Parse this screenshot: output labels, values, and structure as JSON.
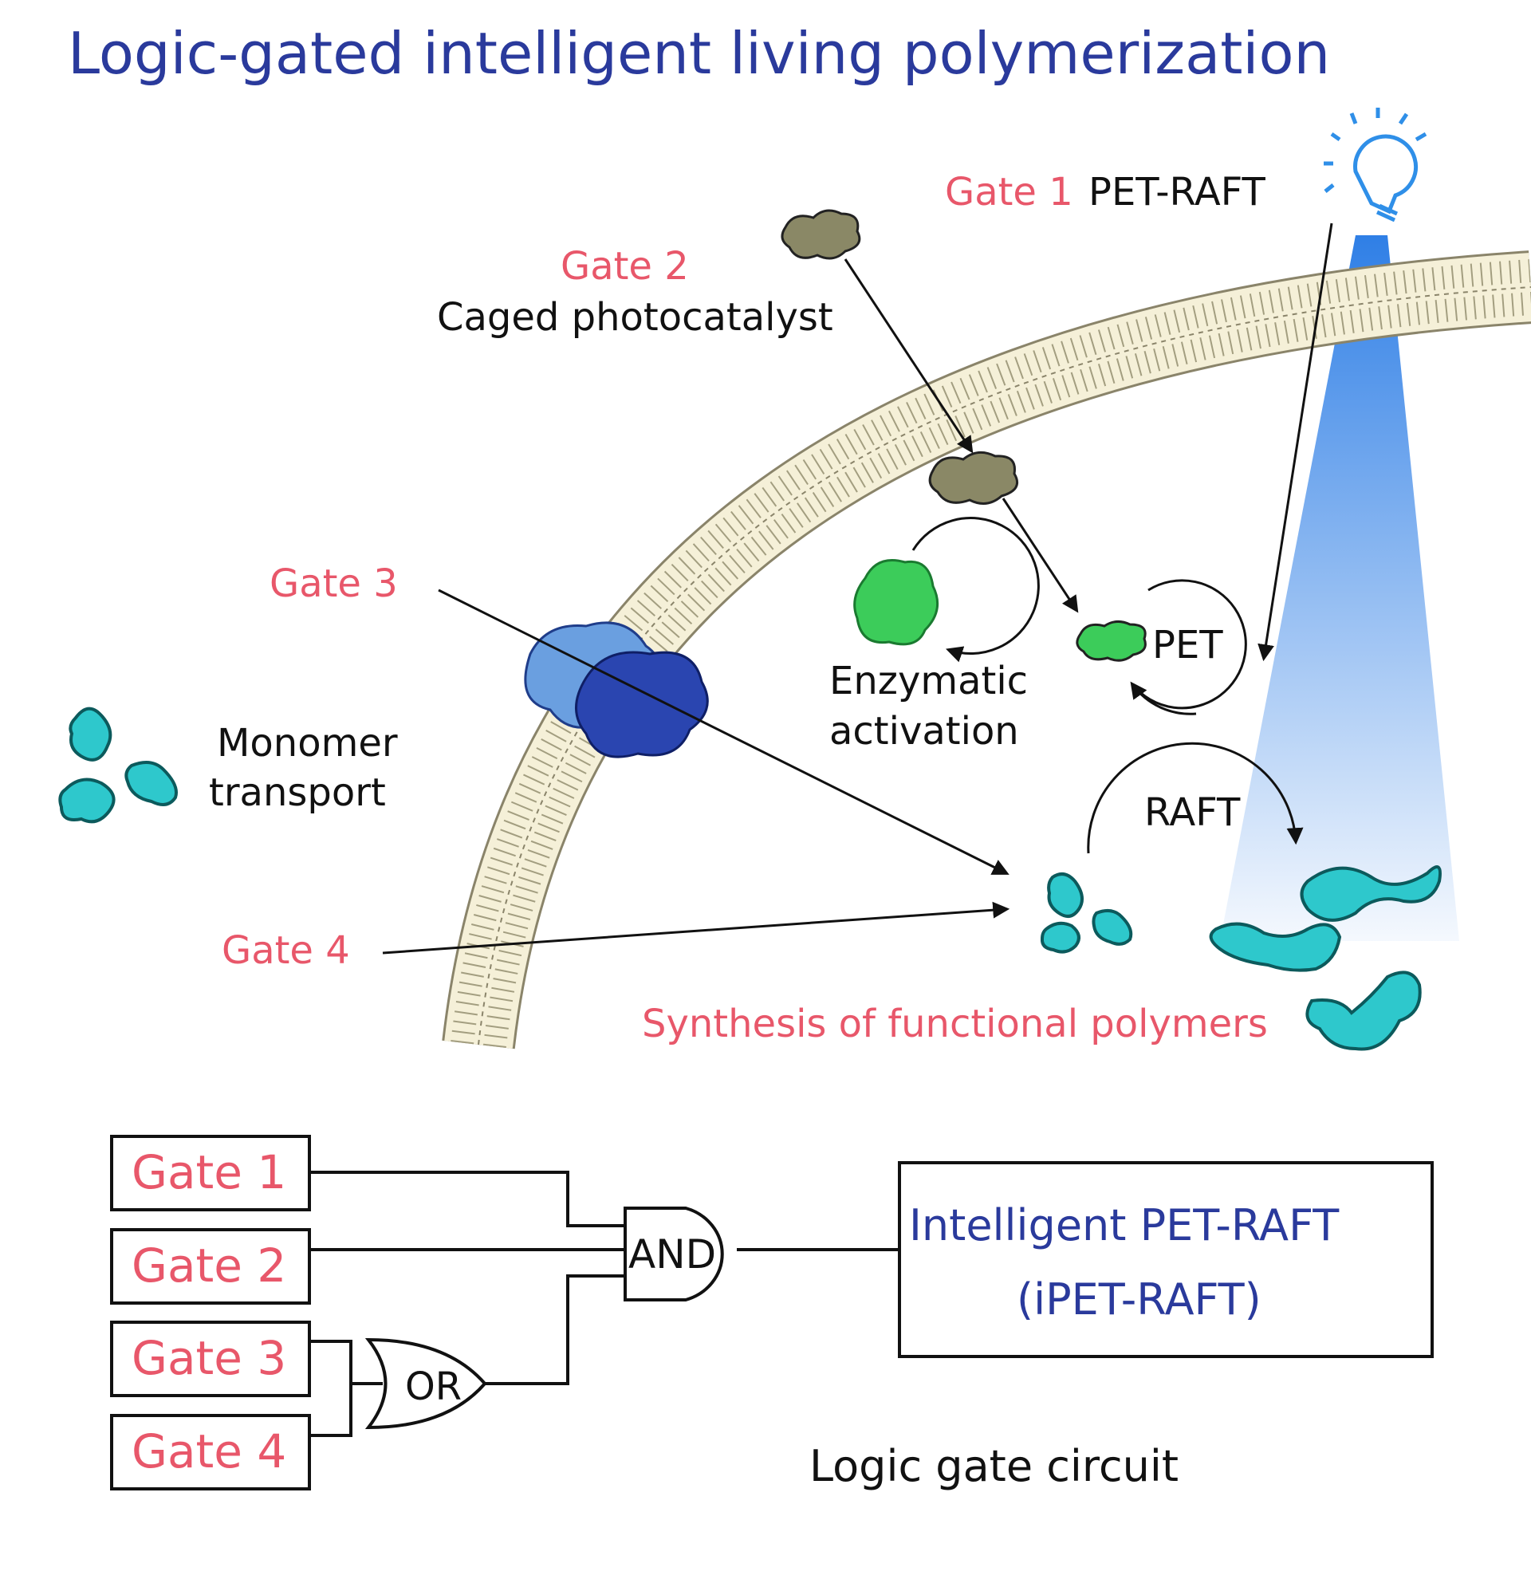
{
  "title": "Logic-gated intelligent living polymerization",
  "labels": {
    "gate1": "Gate 1",
    "pet_raft": "PET-RAFT",
    "gate2": "Gate 2",
    "caged": "Caged photocatalyst",
    "gate3": "Gate 3",
    "gate4": "Gate 4",
    "monomer_1": "Monomer",
    "monomer_2": "transport",
    "enzymatic_1": "Enzymatic",
    "enzymatic_2": "activation",
    "pet": "PET",
    "raft": "RAFT",
    "synthesis": "Synthesis of functional polymers"
  },
  "circuit": {
    "inputs": [
      "Gate 1",
      "Gate 2",
      "Gate 3",
      "Gate 4"
    ],
    "and_label": "AND",
    "or_label": "OR",
    "output_1": "Intelligent PET-RAFT",
    "output_2": "(iPET-RAFT)",
    "caption": "Logic gate circuit"
  },
  "colors": {
    "title": "#2a3a9c",
    "gate_text": "#e8576a",
    "membrane": "#f5f0d8",
    "cyan": "#2ec8cc",
    "green": "#3ccc5a",
    "olive": "#8a8866",
    "light_blue": "#6a9fe0",
    "dark_blue": "#2a45b0",
    "bulb": "#2f8fe8"
  }
}
